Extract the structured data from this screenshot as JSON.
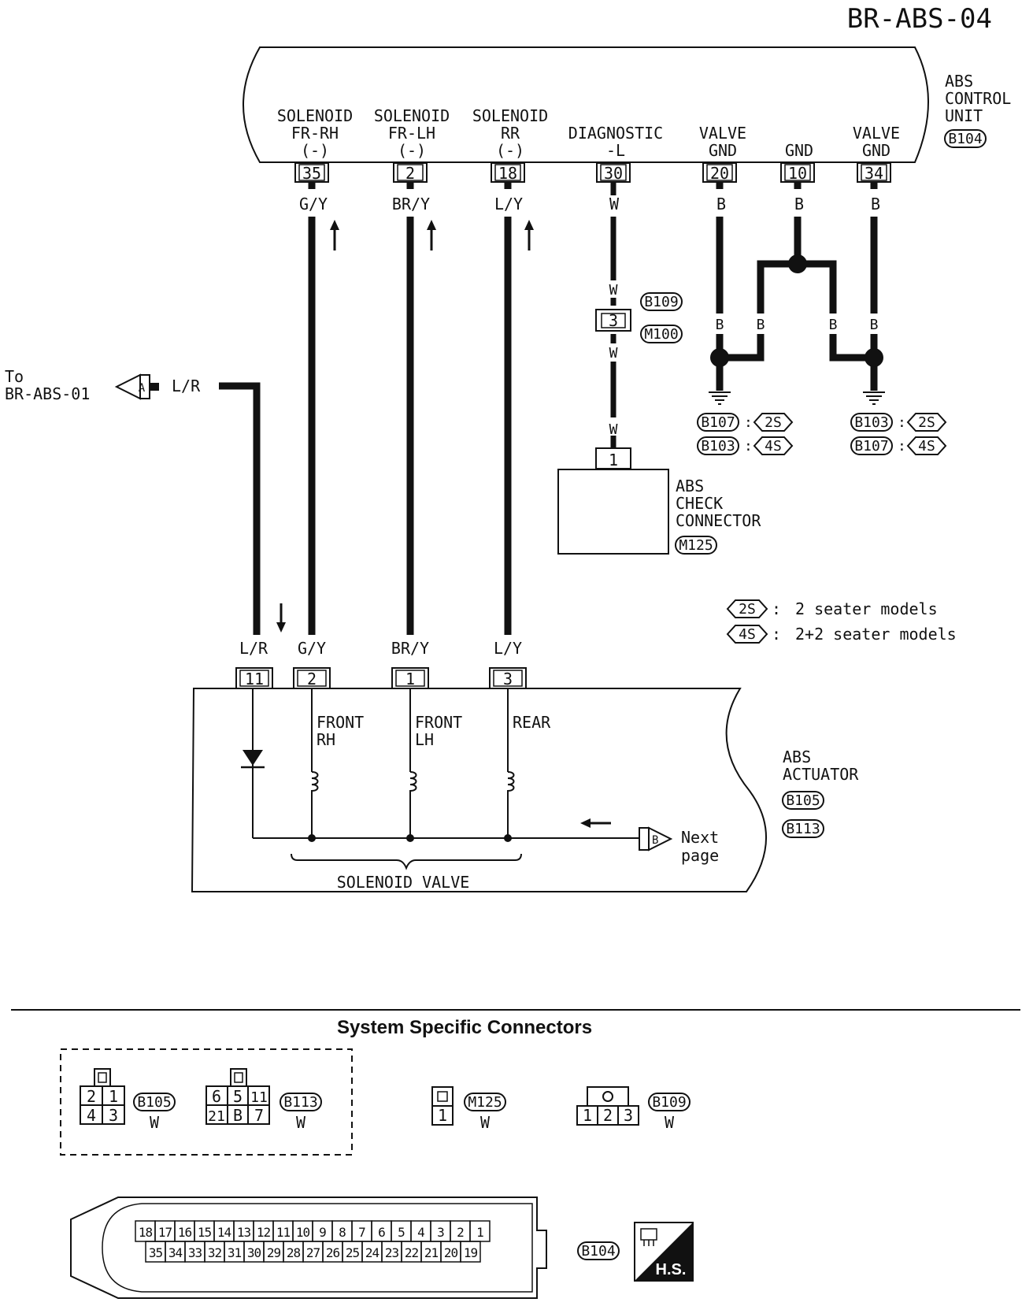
{
  "page_id": "BR-ABS-04",
  "ecu": {
    "name_lines": [
      "ABS",
      "CONTROL",
      "UNIT"
    ],
    "connector": "B104",
    "pins": [
      {
        "lines": [
          "SOLENOID",
          "FR-RH",
          "(-)"
        ],
        "pin": "35",
        "wire": "G/Y"
      },
      {
        "lines": [
          "SOLENOID",
          "FR-LH",
          "(-)"
        ],
        "pin": "2",
        "wire": "BR/Y"
      },
      {
        "lines": [
          "SOLENOID",
          "RR",
          "(-)"
        ],
        "pin": "18",
        "wire": "L/Y"
      },
      {
        "lines": [
          "DIAGNOSTIC",
          "-L"
        ],
        "pin": "30",
        "wire": "W"
      },
      {
        "lines": [
          "VALVE",
          "GND"
        ],
        "pin": "20",
        "wire": "B"
      },
      {
        "lines": [
          "GND"
        ],
        "pin": "10",
        "wire": "B"
      },
      {
        "lines": [
          "VALVE",
          "GND"
        ],
        "pin": "34",
        "wire": "B"
      }
    ]
  },
  "left_ref": {
    "lines": [
      "To",
      "BR-ABS-01"
    ],
    "tag": "A",
    "wire": "L/R"
  },
  "diag_line": {
    "wire_upper": "W",
    "junction_pin": "3",
    "junction_connectors": [
      "B109",
      "M100"
    ],
    "wire_mid": "W",
    "wire_lower": "W"
  },
  "ground_wires": {
    "upper": "B",
    "left_branch": "B",
    "right_branch": "B",
    "lower_left": "B",
    "lower_right": "B"
  },
  "grounds": {
    "left": [
      {
        "conn": "B107",
        "model": "2S"
      },
      {
        "conn": "B103",
        "model": "4S"
      }
    ],
    "right": [
      {
        "conn": "B103",
        "model": "2S"
      },
      {
        "conn": "B107",
        "model": "4S"
      }
    ]
  },
  "check_connector": {
    "pin": "1",
    "name_lines": [
      "ABS",
      "CHECK",
      "CONNECTOR"
    ],
    "conn": "M125"
  },
  "legend": [
    {
      "tag": "2S",
      "text": "2 seater models"
    },
    {
      "tag": "4S",
      "text": "2+2 seater models"
    }
  ],
  "actuator": {
    "name_lines": [
      "ABS",
      "ACTUATOR"
    ],
    "connectors": [
      "B105",
      "B113"
    ],
    "pins": [
      {
        "wire": "L/R",
        "pin": "11"
      },
      {
        "wire": "G/Y",
        "pin": "2",
        "coil": [
          "FRONT",
          "RH"
        ]
      },
      {
        "wire": "BR/Y",
        "pin": "1",
        "coil": [
          "FRONT",
          "LH"
        ]
      },
      {
        "wire": "L/Y",
        "pin": "3",
        "coil": [
          "REAR"
        ]
      }
    ],
    "group_label": "SOLENOID VALVE",
    "next_tag": "B",
    "next_lines": [
      "Next",
      "page"
    ]
  },
  "section_title": "System Specific Connectors",
  "connectors": {
    "b105": {
      "name": "B105",
      "color": "W",
      "top": [
        "2",
        "1"
      ],
      "bottom": [
        "4",
        "3"
      ]
    },
    "b113": {
      "name": "B113",
      "color": "W",
      "top": [
        "6",
        "5",
        "11"
      ],
      "bottom": [
        "21",
        "B",
        "7"
      ]
    },
    "m125": {
      "name": "M125",
      "color": "W",
      "pins": [
        "1"
      ]
    },
    "b109": {
      "name": "B109",
      "color": "W",
      "pins": [
        "1",
        "2",
        "3"
      ]
    },
    "b104": {
      "name": "B104",
      "top": [
        "18",
        "17",
        "16",
        "15",
        "14",
        "13",
        "12",
        "11",
        "10",
        "9",
        "8",
        "7",
        "6",
        "5",
        "4",
        "3",
        "2",
        "1"
      ],
      "bottom": [
        "35",
        "34",
        "33",
        "32",
        "31",
        "30",
        "29",
        "28",
        "27",
        "26",
        "25",
        "24",
        "23",
        "22",
        "21",
        "20",
        "19"
      ]
    }
  },
  "hs_badge": "H.S."
}
